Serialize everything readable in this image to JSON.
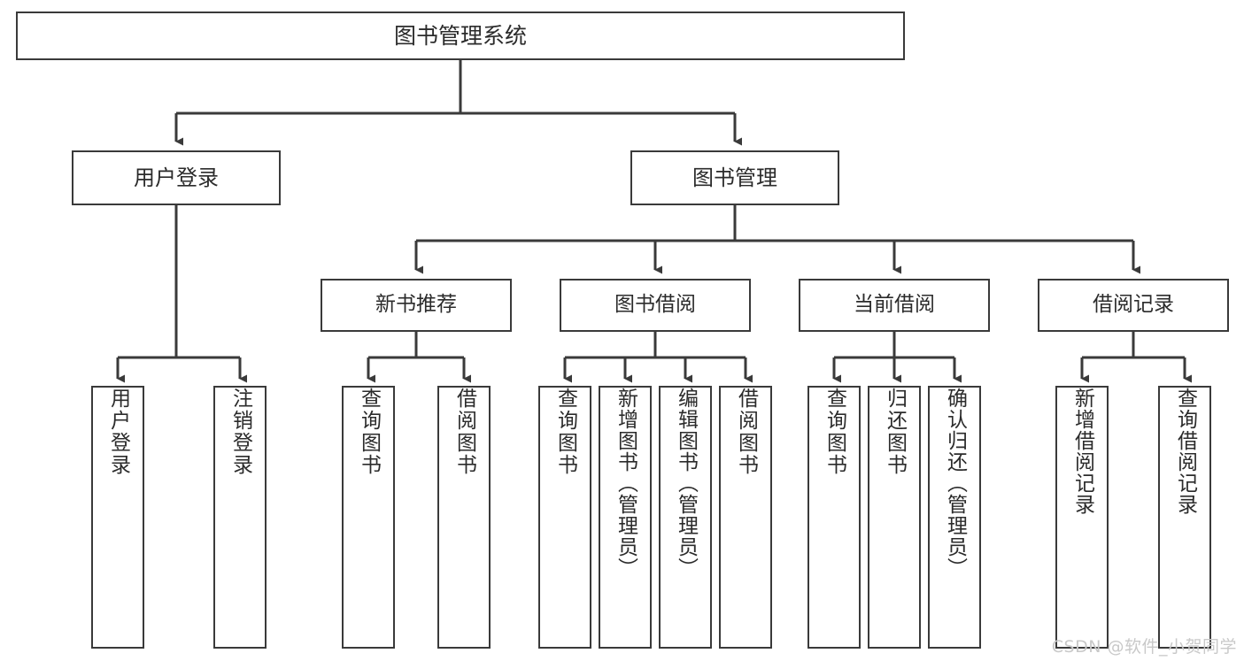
{
  "diagram": {
    "type": "tree-hierarchy",
    "title": "图书管理系统",
    "watermark": "CSDN @软件_小贺同学",
    "colors": {
      "box_border": "#3a3a3a",
      "box_fill": "#ffffff",
      "connector": "#3a3a3a",
      "text": "#2b2b2b",
      "watermark": "#c9c9c9",
      "background": "#ffffff"
    },
    "nodes": {
      "root": {
        "label": "图书管理系统"
      },
      "level1": [
        {
          "id": "user-login",
          "label": "用户登录"
        },
        {
          "id": "book-management",
          "label": "图书管理"
        }
      ],
      "level2": [
        {
          "id": "new-book-recommend",
          "label": "新书推荐"
        },
        {
          "id": "book-borrow",
          "label": "图书借阅"
        },
        {
          "id": "current-borrow",
          "label": "当前借阅"
        },
        {
          "id": "borrow-record",
          "label": "借阅记录"
        }
      ],
      "leaves": {
        "user-login": [
          {
            "id": "leaf-user-login",
            "label": "用户登录"
          },
          {
            "id": "leaf-logout-login",
            "label": "注销登录"
          }
        ],
        "new-book-recommend": [
          {
            "id": "leaf-query-book-1",
            "label": "查询图书"
          },
          {
            "id": "leaf-borrow-book-1",
            "label": "借阅图书"
          }
        ],
        "book-borrow": [
          {
            "id": "leaf-query-book-2",
            "label": "查询图书"
          },
          {
            "id": "leaf-add-book",
            "label": "新增图书（管理员）"
          },
          {
            "id": "leaf-edit-book",
            "label": "编辑图书（管理员）"
          },
          {
            "id": "leaf-borrow-book-2",
            "label": "借阅图书"
          }
        ],
        "current-borrow": [
          {
            "id": "leaf-query-book-3",
            "label": "查询图书"
          },
          {
            "id": "leaf-return-book",
            "label": "归还图书"
          },
          {
            "id": "leaf-confirm-return",
            "label": "确认归还（管理员）"
          }
        ],
        "borrow-record": [
          {
            "id": "leaf-add-record",
            "label": "新增借阅记录"
          },
          {
            "id": "leaf-query-record",
            "label": "查询借阅记录"
          }
        ]
      }
    }
  }
}
